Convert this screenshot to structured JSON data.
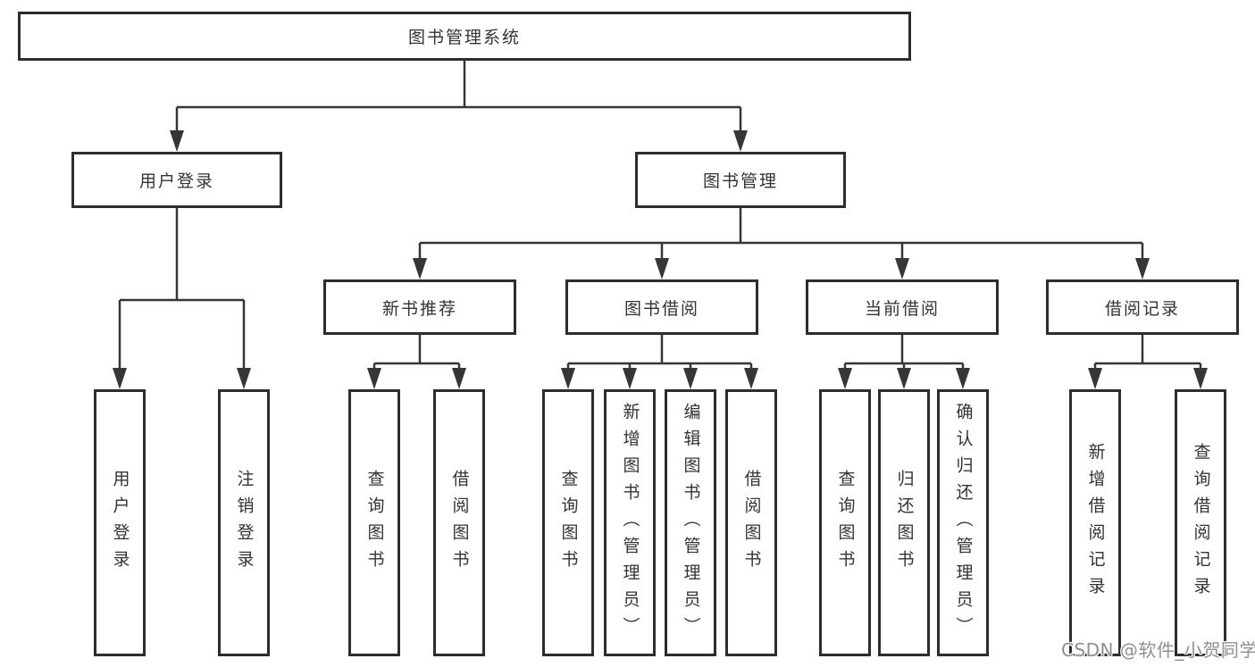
{
  "tree": {
    "root": {
      "label": "图书管理系统"
    },
    "user_login": {
      "label": "用户登录",
      "children": {
        "login": {
          "label": "用户登录"
        },
        "logout": {
          "label": "注销登录"
        }
      }
    },
    "book_management": {
      "label": "图书管理",
      "children": {
        "new_books": {
          "label": "新书推荐",
          "children": {
            "query": {
              "label": "查询图书"
            },
            "borrow": {
              "label": "借阅图书"
            }
          }
        },
        "borrowing": {
          "label": "图书借阅",
          "children": {
            "query": {
              "label": "查询图书"
            },
            "add": {
              "label": "新增图书（管理员）"
            },
            "edit": {
              "label": "编辑图书（管理员）"
            },
            "borrow": {
              "label": "借阅图书"
            }
          }
        },
        "current": {
          "label": "当前借阅",
          "children": {
            "query": {
              "label": "查询图书"
            },
            "return": {
              "label": "归还图书"
            },
            "confirm": {
              "label": "确认归还（管理员）"
            }
          }
        },
        "records": {
          "label": "借阅记录",
          "children": {
            "add": {
              "label": "新增借阅记录"
            },
            "query": {
              "label": "查询借阅记录"
            }
          }
        }
      }
    }
  },
  "watermark": "CSDN @软件_小贺同学",
  "colors": {
    "line": "#363636",
    "box_border": "#2d2d2d",
    "text": "#333333",
    "watermark": "#8f8f8f"
  }
}
